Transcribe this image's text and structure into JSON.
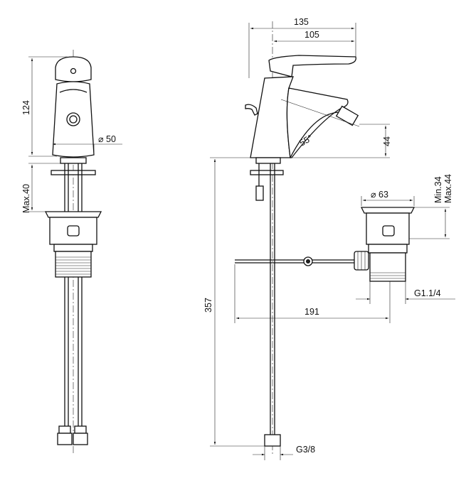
{
  "drawing": {
    "title": "Bidet mixer technical drawing",
    "dimensions": {
      "overall_length": "135",
      "spout_reach": "105",
      "height": "124",
      "body_diameter": "⌀ 50",
      "spout_angle": "55°",
      "outlet_height": "44",
      "max_deck_thickness": "Max.40",
      "waste_min": "Min.34",
      "waste_max": "Max.44",
      "waste_diameter": "⌀ 63",
      "hose_length": "357",
      "popup_rod_length": "191",
      "waste_thread": "G1.1/4",
      "hose_thread": "G3/8"
    },
    "stroke_color": "#111111"
  }
}
